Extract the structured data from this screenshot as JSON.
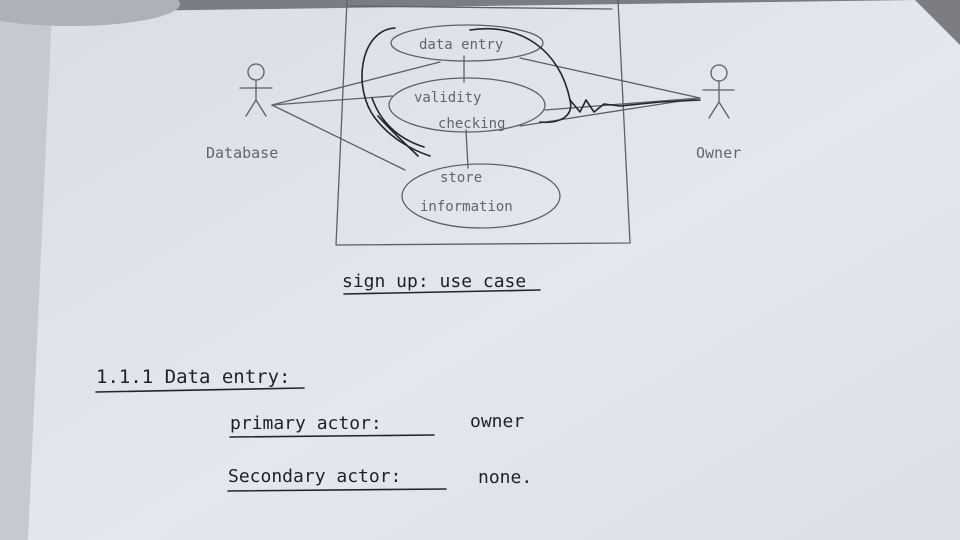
{
  "diagram": {
    "use_cases": {
      "data_entry": "data entry",
      "validity_line1": "validity",
      "validity_line2": "checking",
      "store_line1": "store",
      "store_line2": "information"
    },
    "actors": {
      "database": "Database",
      "owner": "Owner"
    },
    "caption": "sign up: use case"
  },
  "notes": {
    "section": "1.1.1 Data entry:",
    "primary_label": "primary actor:",
    "primary_value": "owner",
    "secondary_label": "Secondary actor:",
    "secondary_value": "none."
  }
}
